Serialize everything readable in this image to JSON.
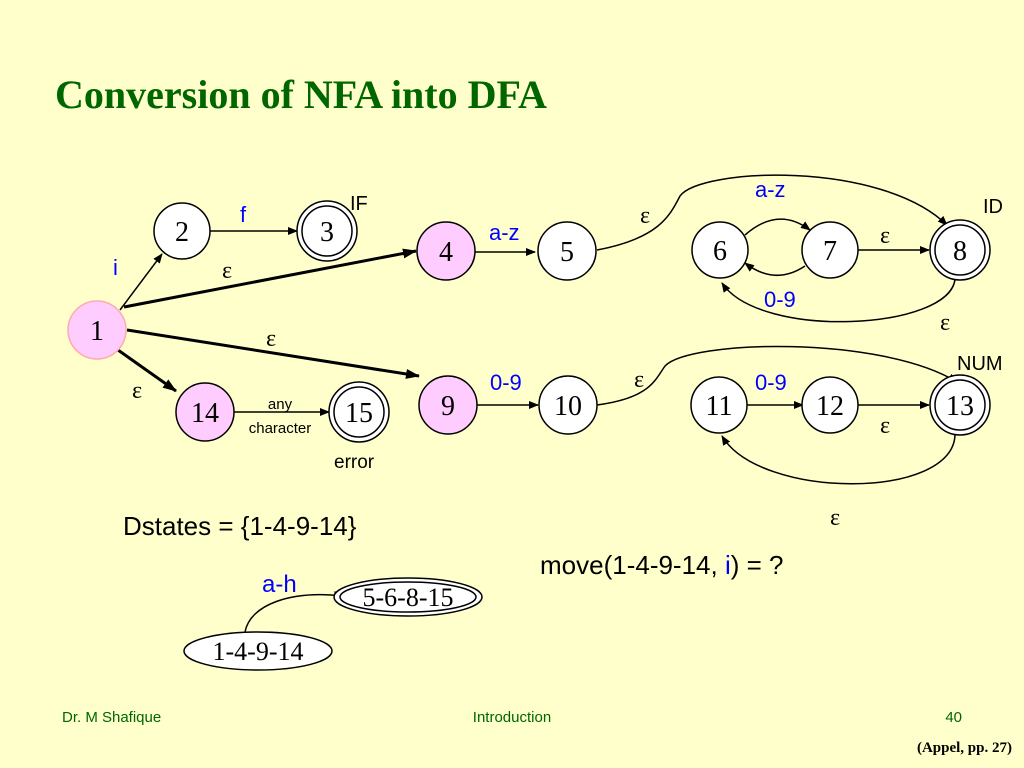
{
  "title": "Conversion of NFA into DFA",
  "colors": {
    "background": "#ffffcc",
    "title": "#006600",
    "label_blue": "#0000ff",
    "state_pink": "#ffccff",
    "state_white": "#ffffff",
    "footer": "#006600"
  },
  "states": {
    "s1": "1",
    "s2": "2",
    "s3": "3",
    "s4": "4",
    "s5": "5",
    "s6": "6",
    "s7": "7",
    "s8": "8",
    "s9": "9",
    "s10": "10",
    "s11": "11",
    "s12": "12",
    "s13": "13",
    "s14": "14",
    "s15": "15"
  },
  "labels": {
    "i": "i",
    "f": "f",
    "if_token": "IF",
    "az_4_5": "a-z",
    "az_6_7": "a-z",
    "id_token": "ID",
    "num_token": "NUM",
    "digits_9_10": "0-9",
    "digits_11_12": "0-9",
    "digits_7_6": "0-9",
    "epsilon": "ε",
    "any": "any",
    "character": "character",
    "error": "error"
  },
  "dstates_text": "Dstates = {1-4-9-14}",
  "move_question": {
    "prefix": "move(1-4-9-14, ",
    "symbol": "i",
    "suffix": ") = ?"
  },
  "dfa": {
    "from_state": "1-4-9-14",
    "to_state": "5-6-8-15",
    "edge_label": "a-h"
  },
  "footer": {
    "author": "Dr. M  Shafique",
    "topic": "Introduction",
    "page": "40",
    "reference": "(Appel, pp. 27)"
  }
}
